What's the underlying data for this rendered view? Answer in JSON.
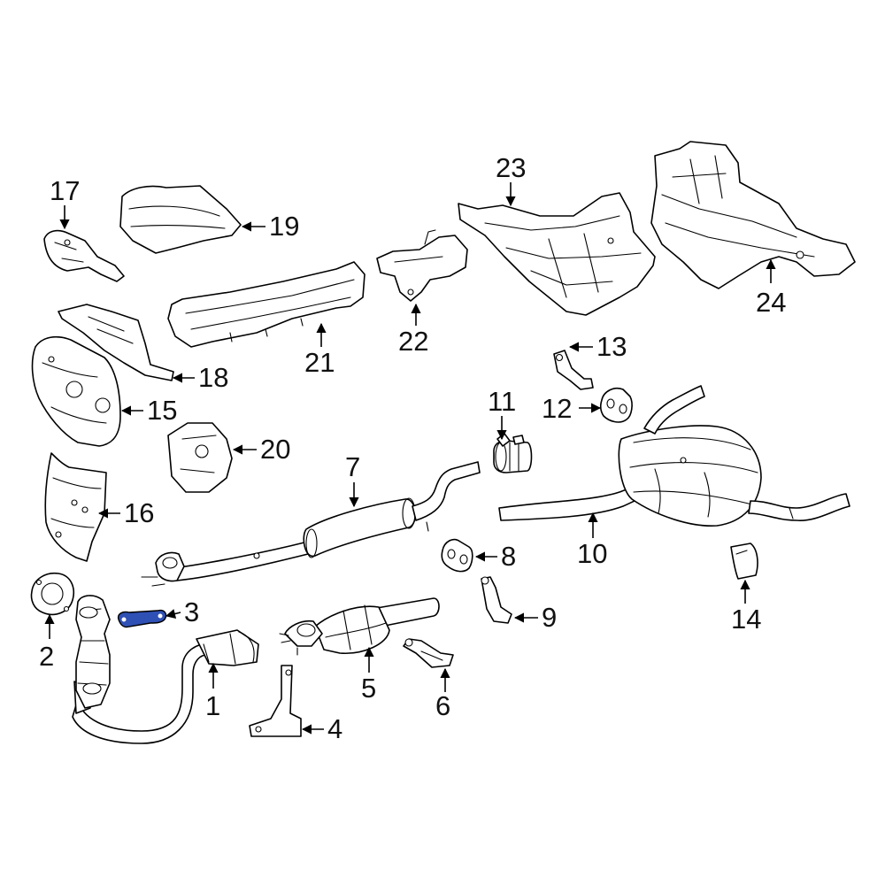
{
  "colors": {
    "line": "#000000",
    "background": "#ffffff",
    "highlight": "#2f50b4"
  },
  "highlighted_part": "3",
  "callouts": {
    "c1": "1",
    "c2": "2",
    "c3": "3",
    "c4": "4",
    "c5": "5",
    "c6": "6",
    "c7": "7",
    "c8": "8",
    "c9": "9",
    "c10": "10",
    "c11": "11",
    "c12": "12",
    "c13": "13",
    "c14": "14",
    "c15": "15",
    "c16": "16",
    "c17": "17",
    "c18": "18",
    "c19": "19",
    "c20": "20",
    "c21": "21",
    "c22": "22",
    "c23": "23",
    "c24": "24"
  }
}
